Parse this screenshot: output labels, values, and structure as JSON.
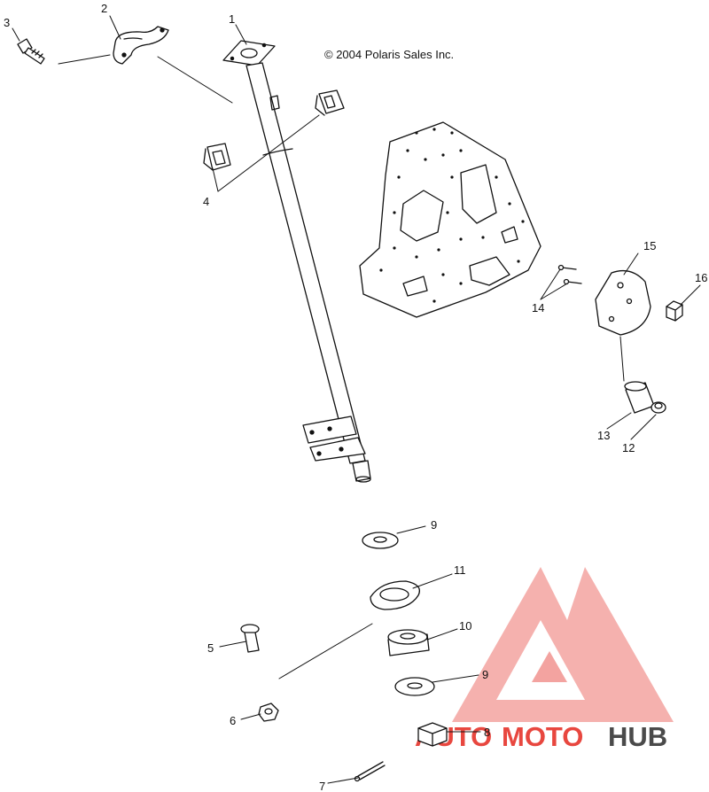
{
  "copyright": "© 2004 Polaris Sales Inc.",
  "callouts": [
    "1",
    "2",
    "3",
    "4",
    "5",
    "6",
    "7",
    "8",
    "9",
    "9",
    "10",
    "11",
    "12",
    "13",
    "14",
    "15",
    "16"
  ],
  "watermark": {
    "part1": "AUTO",
    "part2": "MOTO",
    "part3": "HUB",
    "color_red": "#e8473f",
    "color_pink": "#f3a3a0",
    "color_gray": "#4a4a4a"
  }
}
